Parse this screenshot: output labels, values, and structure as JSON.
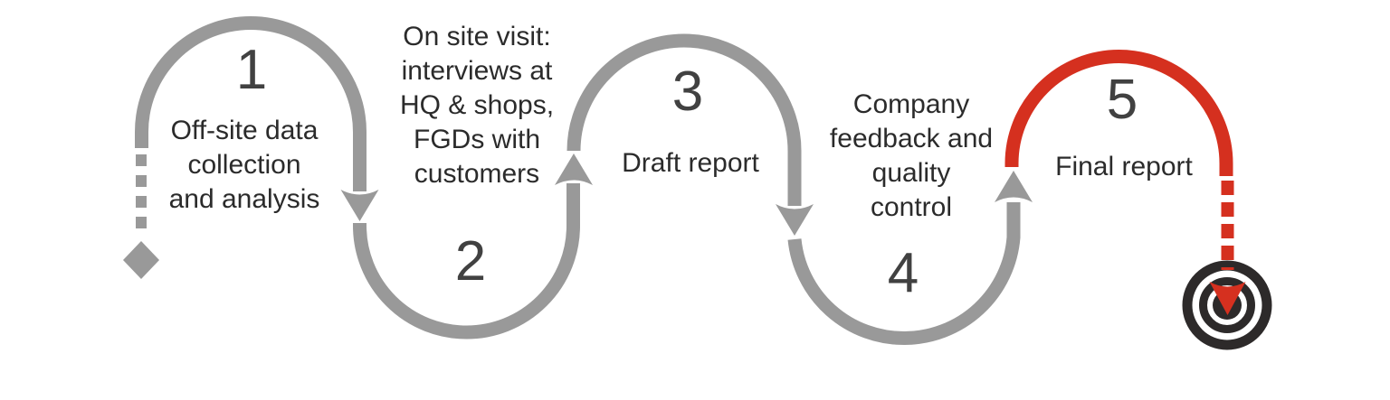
{
  "colors": {
    "path_gray": "#999999",
    "accent_red": "#d5301f",
    "text_dark": "#2b2b2b",
    "number_dark": "#414141",
    "target_dark": "#2d2a2a"
  },
  "diagram": {
    "type": "process-flow-serpentine",
    "steps": [
      {
        "number": "1",
        "label": "Off-site data\ncollection\nand analysis"
      },
      {
        "number": "2",
        "label": "On site visit:\ninterviews at\nHQ & shops,\nFGDs with\ncustomers"
      },
      {
        "number": "3",
        "label": "Draft report"
      },
      {
        "number": "4",
        "label": "Company\nfeedback and\nquality\ncontrol"
      },
      {
        "number": "5",
        "label": "Final report"
      }
    ],
    "icons": {
      "start_marker": "diamond-icon",
      "end_marker": "bullseye-target-icon"
    }
  }
}
